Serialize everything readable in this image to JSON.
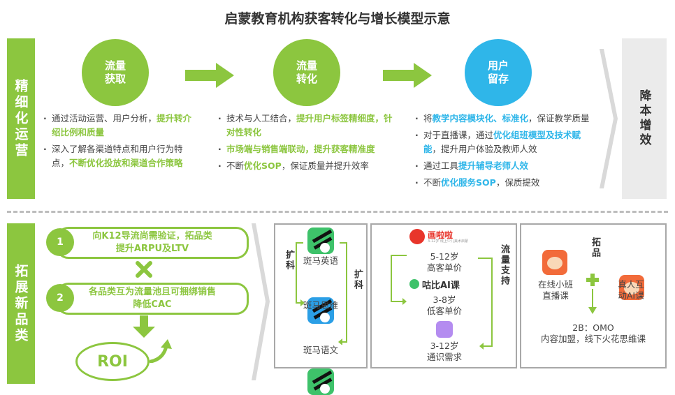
{
  "title": "启蒙教育机构获客转化与增长模型示意",
  "top": {
    "side_label": "精细化运营",
    "right_label": "降本增效",
    "stages": [
      {
        "circle": "流量\n获取",
        "bullets": [
          [
            "通过活动运营、用户分析，",
            "提升转介绍比例和质量",
            ""
          ],
          [
            "深入了解各渠道特点和用户行为特点，",
            "不断优化投放和渠道合作策略",
            ""
          ]
        ]
      },
      {
        "circle": "流量\n转化",
        "bullets": [
          [
            "技术与人工结合，",
            "提升用户标签精细度，针对性转化",
            ""
          ],
          [
            "",
            "市场端与销售端联动，提升获客精准度",
            ""
          ],
          [
            "不断",
            "优化SOP",
            "，保证质量并提升效率"
          ]
        ]
      },
      {
        "circle": "用户\n留存",
        "bullets": [
          [
            "将",
            "教学内容模块化、标准化",
            "，保证教学质量"
          ],
          [
            "对于直播课，通过",
            "优化组班模型及技术赋能",
            "，提升用户体验及教师人效"
          ],
          [
            "通过工具",
            "提升辅导老师人效",
            ""
          ],
          [
            "不断",
            "优化服务SOP",
            "，保质提效"
          ]
        ]
      }
    ]
  },
  "bottom": {
    "side_label": "拓展新品类",
    "steps": [
      {
        "num": "1",
        "text": "向K12导流尚需验证，拓品类\n提升ARPU及LTV"
      },
      {
        "num": "2",
        "text": "各品类互为流量池且可捆绑销售\n降低CAC"
      }
    ],
    "roi": "ROI",
    "panel1": {
      "expand_left": "扩科",
      "expand_right": "扩科",
      "apps": [
        "斑马英语",
        "斑马思维",
        "斑马语文"
      ]
    },
    "panel2": {
      "logo_text": "画啦啦",
      "logo_sub": "3-12岁 线上少儿美术启蒙",
      "support": "流量支持",
      "brand2": "咕比AI课",
      "items": [
        "5-12岁\n高客单价",
        "3-8岁\n低客单价",
        "3-12岁\n通识需求"
      ]
    },
    "panel3": {
      "expand": "拓品",
      "left_app": "在线小班\n直播课",
      "right_app": "真人互\n动AI课",
      "footer": "2B：OMO\n内容加盟，线下火花思维课"
    }
  },
  "colors": {
    "green": "#8cc63f",
    "blue": "#2fb6e9",
    "grey": "#d9d9d9"
  }
}
